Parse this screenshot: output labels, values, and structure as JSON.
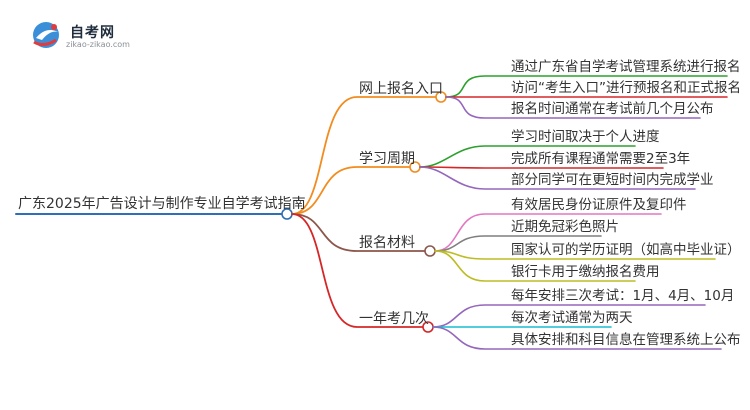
{
  "logo": {
    "title": "自考网",
    "subtitle": "zikao-zikao.com"
  },
  "root": {
    "label": "广东2025年广告设计与制作专业自学考试指南",
    "color": "#2f6fb5"
  },
  "branches": [
    {
      "label": "网上报名入口",
      "color": "#f28c1e",
      "leaves": [
        {
          "label": "通过广东省自学考试管理系统进行报名",
          "color": "#2ca02c"
        },
        {
          "label": "访问“考生入口”进行预报名和正式报名",
          "color": "#d62728"
        },
        {
          "label": "报名时间通常在考试前几个月公布",
          "color": "#9467bd"
        }
      ]
    },
    {
      "label": "学习周期",
      "color": "#f28c1e",
      "leaves": [
        {
          "label": "学习时间取决于个人进度",
          "color": "#2ca02c"
        },
        {
          "label": "完成所有课程通常需要2至3年",
          "color": "#d62728"
        },
        {
          "label": "部分同学可在更短时间内完成学业",
          "color": "#9467bd"
        }
      ]
    },
    {
      "label": "报名材料",
      "color": "#8c564b",
      "leaves": [
        {
          "label": "有效居民身份证原件及复印件",
          "color": "#e377c2"
        },
        {
          "label": "近期免冠彩色照片",
          "color": "#7f7f7f"
        },
        {
          "label": "国家认可的学历证明（如高中毕业证）",
          "color": "#bcbd22"
        },
        {
          "label": "银行卡用于缴纳报名费用",
          "color": "#bcbd22"
        }
      ]
    },
    {
      "label": "一年考几次",
      "color": "#d62728",
      "leaves": [
        {
          "label": "每年安排三次考试：1月、4月、10月",
          "color": "#9467bd"
        },
        {
          "label": "每次考试通常为两天",
          "color": "#17becf"
        },
        {
          "label": "具体安排和科目信息在管理系统上公布",
          "color": "#9467bd"
        }
      ]
    }
  ]
}
